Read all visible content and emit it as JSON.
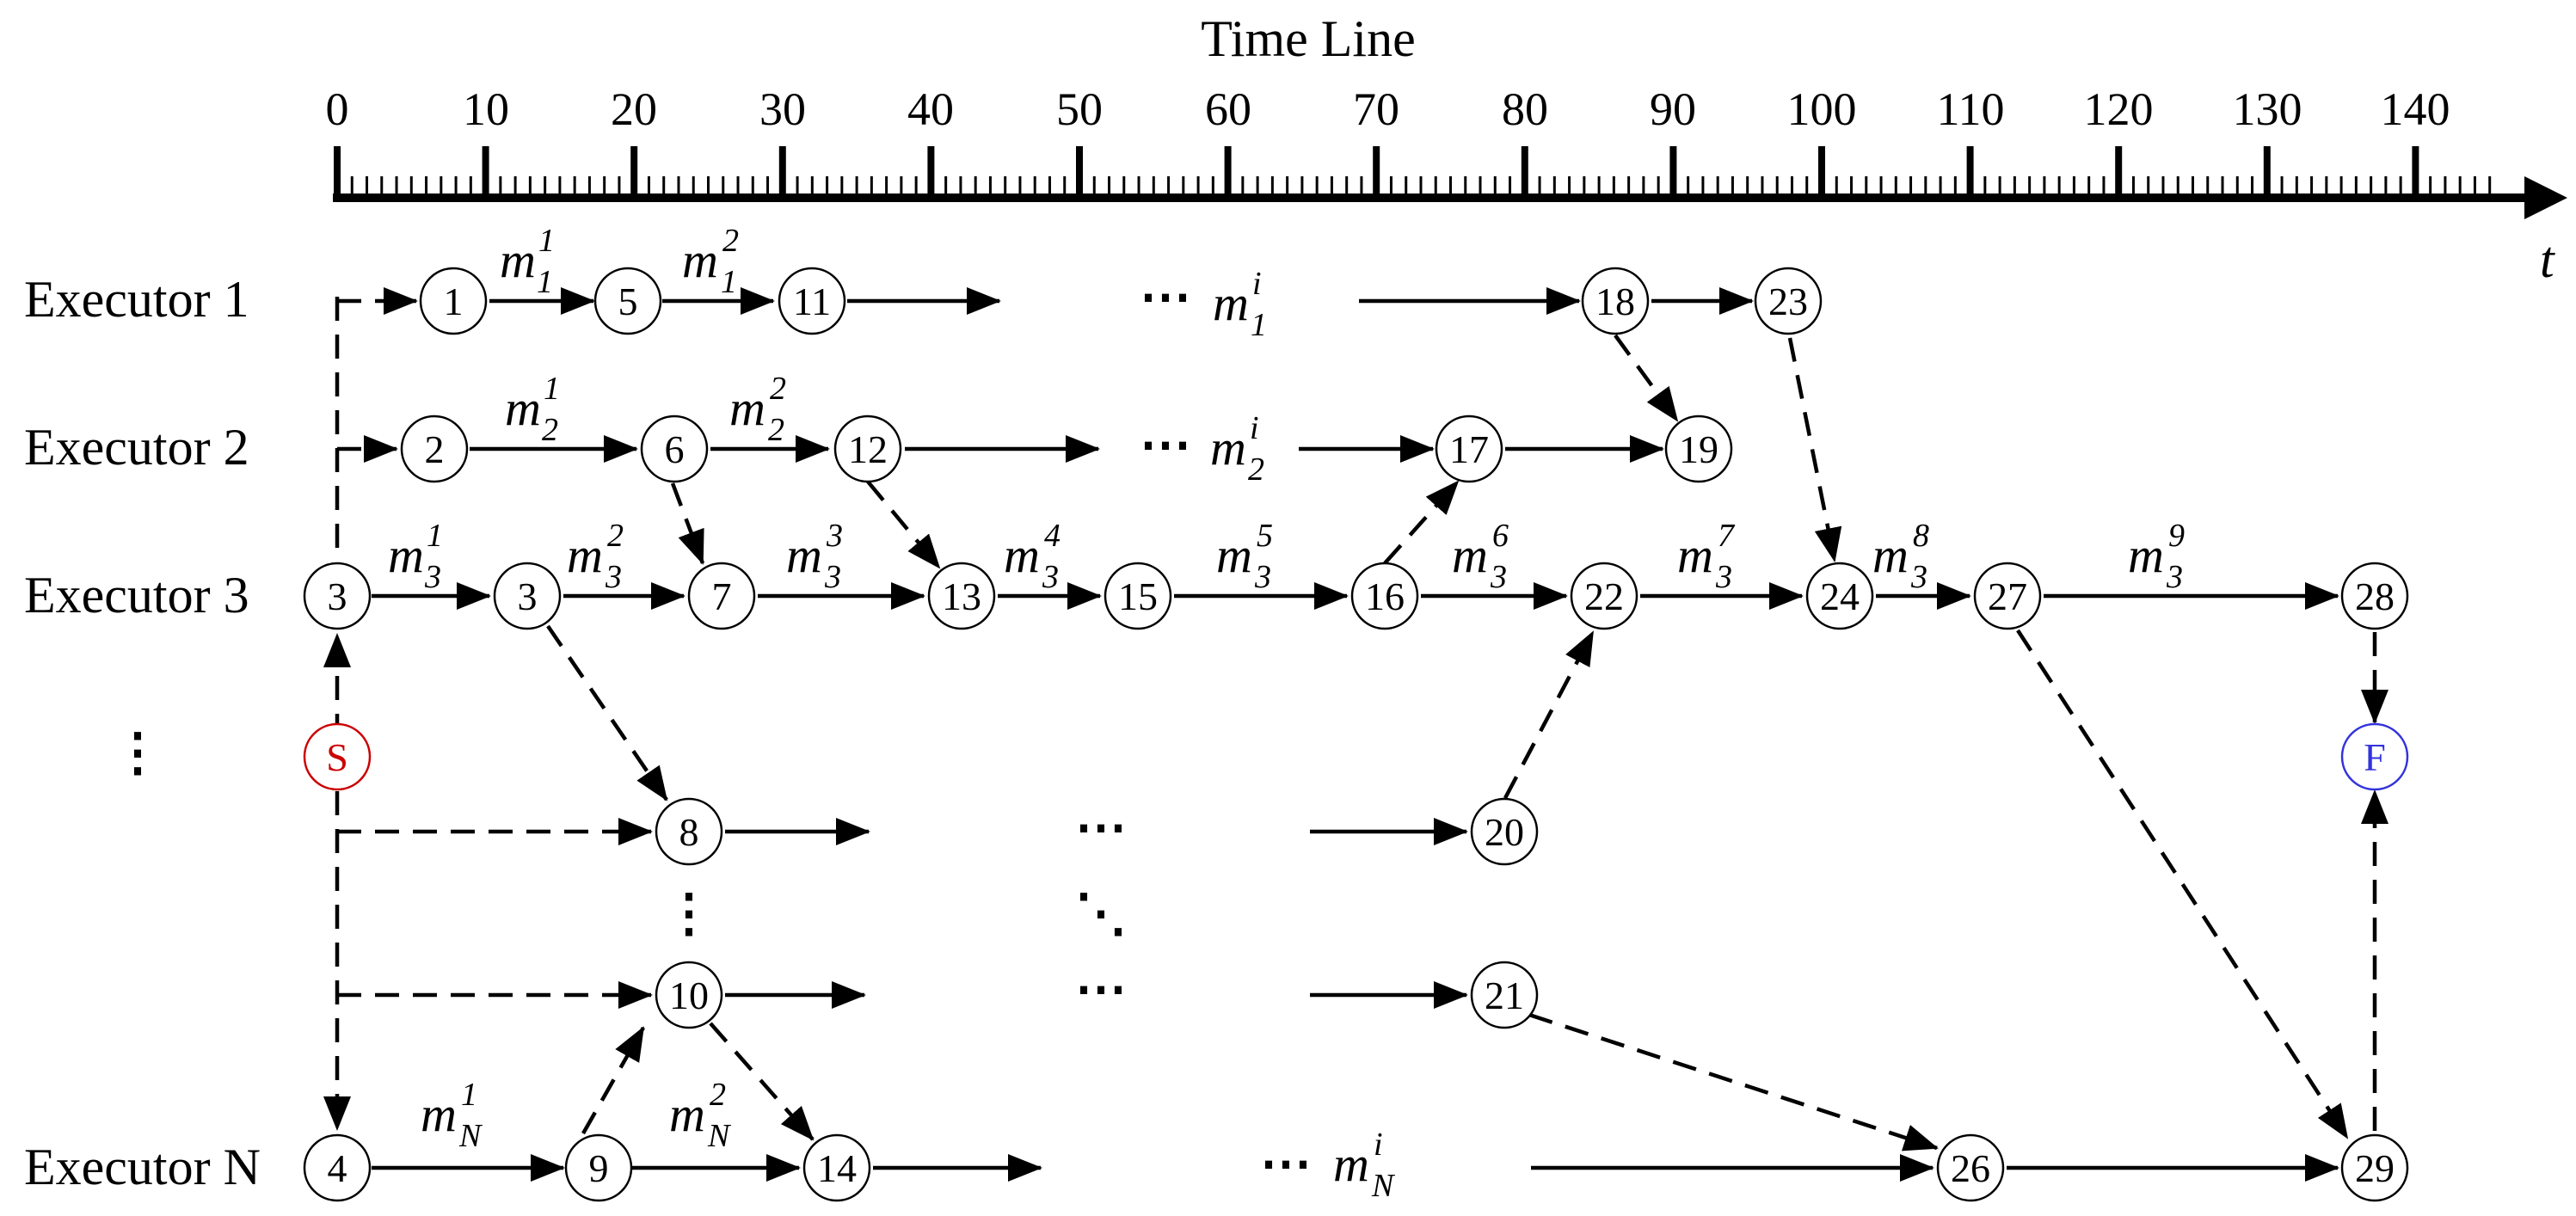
{
  "timeline": {
    "title": "Time Line",
    "axis_variable": "t",
    "ticks": [
      "0",
      "10",
      "20",
      "30",
      "40",
      "50",
      "60",
      "70",
      "80",
      "90",
      "100",
      "110",
      "120",
      "130",
      "140"
    ]
  },
  "executors": {
    "e1": "Executor 1",
    "e2": "Executor 2",
    "e3": "Executor 3",
    "eN": "Executor N",
    "vdots": "⋮"
  },
  "start_node": {
    "label": "S",
    "color": "#cc0000"
  },
  "finish_node": {
    "label": "F",
    "color": "#3333dd"
  },
  "nodes": {
    "n1": "1",
    "n5": "5",
    "n11": "11",
    "n18": "18",
    "n23": "23",
    "n2": "2",
    "n6": "6",
    "n12": "12",
    "n17": "17",
    "n19": "19",
    "n3a": "3",
    "n3b": "3",
    "n7": "7",
    "n13": "13",
    "n15": "15",
    "n16": "16",
    "n22": "22",
    "n24": "24",
    "n27": "27",
    "n28": "28",
    "n8": "8",
    "n20": "20",
    "n10": "10",
    "n21": "21",
    "n4": "4",
    "n9": "9",
    "n14": "14",
    "n26": "26",
    "n29": "29"
  },
  "messages": {
    "m": "m",
    "e1_1": "1",
    "e1_2": "2",
    "e1_i": "i",
    "e1_s": "1",
    "e2_1": "1",
    "e2_2": "2",
    "e2_i": "i",
    "e2_s": "2",
    "e3_1": "1",
    "e3_2": "2",
    "e3_3": "3",
    "e3_4": "4",
    "e3_5": "5",
    "e3_6": "6",
    "e3_7": "7",
    "e3_8": "8",
    "e3_9": "9",
    "e3_s": "3",
    "eN_1": "1",
    "eN_2": "2",
    "eN_i": "i",
    "eN_s": "N"
  },
  "ellipsis": {
    "h": "⋯",
    "diag": "⋱",
    "v": "⋮"
  }
}
